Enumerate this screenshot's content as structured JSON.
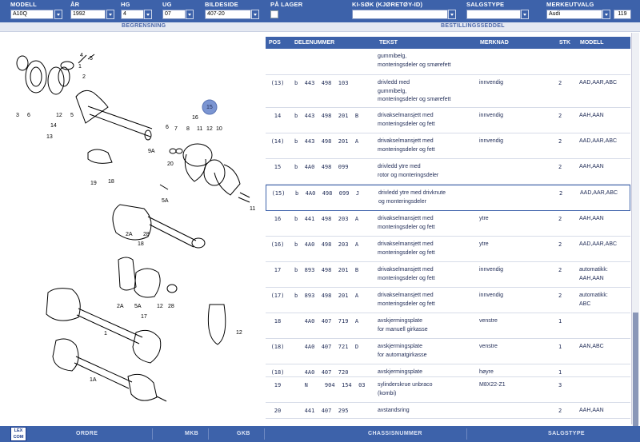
{
  "filters": [
    {
      "label": "MODELL",
      "value": "A10Q"
    },
    {
      "label": "ÅR",
      "value": "1992"
    },
    {
      "label": "HG",
      "value": "4"
    },
    {
      "label": "UG",
      "value": "07"
    },
    {
      "label": "BILDESIDE",
      "value": "407-20"
    },
    {
      "label": "PÅ LAGER",
      "value": ""
    },
    {
      "label": "KI-SØK (KJØRETØY-ID)",
      "value": ""
    },
    {
      "label": "SALGSTYPE",
      "value": ""
    },
    {
      "label": "MERKEUTVALG",
      "value": "Audi",
      "count": "119"
    }
  ],
  "subheader": {
    "left": "BEGRENSNING",
    "right": "BESTILLINGSSEDDEL"
  },
  "table": {
    "columns": [
      "POS",
      "DELENUMMER",
      "TEKST",
      "MERKNAD",
      "STK",
      "MODELL"
    ],
    "rows": [
      {
        "pos": "",
        "del": "",
        "txt": "gummibelg,\nmonteringsdeler og smørefett",
        "mrk": "",
        "stk": "",
        "mod": ""
      },
      {
        "pos": "(13)",
        "del": "b  443  498  103",
        "txt": "drivledd med\ngummibelg,\nmonteringsdeler og smørefett",
        "mrk": "innvendig",
        "stk": "2",
        "mod": "AAD,AAR,ABC"
      },
      {
        "pos": "14",
        "del": "b  443  498  201  B",
        "txt": "drivakselmansjett med\nmonteringsdeler og fett",
        "mrk": "innvendig",
        "stk": "2",
        "mod": "AAH,AAN"
      },
      {
        "pos": "(14)",
        "del": "b  443  498  201  A",
        "txt": "drivakselmansjett med\nmonteringsdeler og fett",
        "mrk": "innvendig",
        "stk": "2",
        "mod": "AAD,AAR,ABC"
      },
      {
        "pos": "15",
        "del": "b  4A0  498  099",
        "txt": "drivledd ytre med\nrotor og monteringsdeler",
        "mrk": "",
        "stk": "2",
        "mod": "AAH,AAN"
      },
      {
        "pos": "(15)",
        "del": "b  4A0  498  099  J",
        "txt": "drivledd ytre med drivknute\nog monteringsdeler",
        "mrk": "",
        "stk": "2",
        "mod": "AAD,AAR,ABC",
        "selected": true
      },
      {
        "pos": "16",
        "del": "b  441  498  203  A",
        "txt": "drivakselmansjett med\nmonteringsdeler og fett",
        "mrk": "ytre",
        "stk": "2",
        "mod": "AAH,AAN"
      },
      {
        "pos": "(16)",
        "del": "b  4A0  498  203  A",
        "txt": "drivakselmansjett med\nmonteringsdeler og fett",
        "mrk": "ytre",
        "stk": "2",
        "mod": "AAD,AAR,ABC"
      },
      {
        "pos": "17",
        "del": "b  893  498  201  B",
        "txt": "drivakselmansjett med\nmonteringsdeler og fett",
        "mrk": "innvendig",
        "stk": "2",
        "mod": "automatikk:\nAAH,AAN"
      },
      {
        "pos": "(17)",
        "del": "b  893  498  201  A",
        "txt": "drivakselmansjett med\nmonteringsdeler og fett",
        "mrk": "innvendig",
        "stk": "2",
        "mod": "automatikk:\nABC"
      },
      {
        "pos": "18",
        "del": "   4A0  407  719  A",
        "txt": "avskjermingsplate\nfor manuell girkasse",
        "mrk": "venstre",
        "stk": "1",
        "mod": ""
      },
      {
        "pos": "(18)",
        "del": "   4A0  407  721  D",
        "txt": "avskjermingsplate\nfor automatgirkasse",
        "mrk": "venstre",
        "stk": "1",
        "mod": "AAN,ABC"
      },
      {
        "pos": "(18)",
        "del": "   4A0  407  720",
        "txt": "avskjermingsplate",
        "mrk": "høyre",
        "stk": "1",
        "mod": ""
      },
      {
        "pos": "19",
        "del": "   N     904  154  03",
        "txt": "sylinderskrue unbraco\n(kombi)",
        "mrk": "M8X22-Z1",
        "stk": "3",
        "mod": ""
      },
      {
        "pos": "20",
        "del": "   441  407  295",
        "txt": "avstandsring",
        "mrk": "",
        "stk": "2",
        "mod": "AAH,AAN"
      }
    ]
  },
  "diagram_labels": [
    "4",
    "5",
    "1",
    "2",
    "3",
    "6",
    "12",
    "5",
    "14",
    "13",
    "9A",
    "15",
    "6",
    "16",
    "11",
    "12",
    "10",
    "7",
    "8",
    "20",
    "19",
    "18",
    "11",
    "5A",
    "2A",
    "28",
    "18",
    "5A",
    "2A",
    "12",
    "28",
    "17",
    "12",
    "1",
    "1A"
  ],
  "diagram_highlight": "15",
  "bottom": {
    "logo": "LEX COM",
    "items": [
      "ORDRE",
      "MKB",
      "GKB",
      "CHASSISNUMMER",
      "SALGSTYPE"
    ]
  },
  "colors": {
    "accent": "#3d62aa",
    "highlight": "#7b95d2"
  }
}
